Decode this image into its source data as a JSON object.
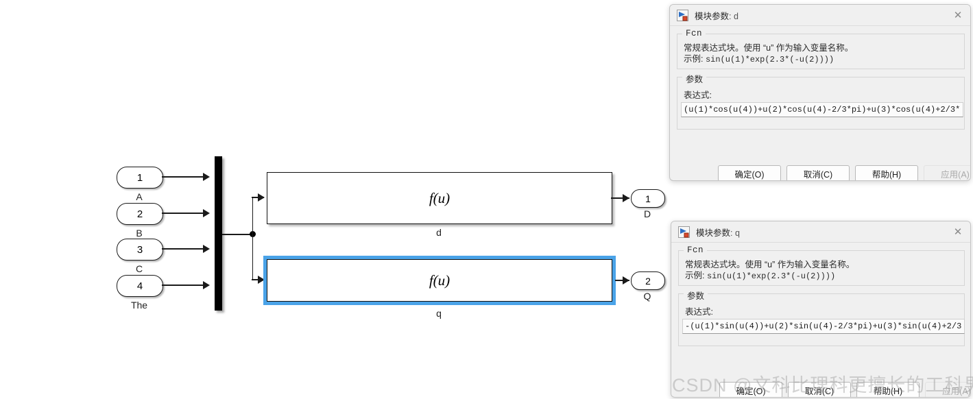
{
  "canvas": {
    "inports": [
      {
        "number": "1",
        "label": "A"
      },
      {
        "number": "2",
        "label": "B"
      },
      {
        "number": "3",
        "label": "C"
      },
      {
        "number": "4",
        "label": "The"
      }
    ],
    "blocks": [
      {
        "glyph": "f(u)",
        "label": "d",
        "selected": false
      },
      {
        "glyph": "f(u)",
        "label": "q",
        "selected": true
      }
    ],
    "outports": [
      {
        "number": "1",
        "label": "D"
      },
      {
        "number": "2",
        "label": "Q"
      }
    ]
  },
  "dialogs": [
    {
      "title_prefix": "模块参数",
      "title_sep": ": ",
      "title_name": "d",
      "close_glyph": "✕",
      "group_fcn_title": "Fcn",
      "desc_line1": "常规表达式块。使用 “u” 作为输入变量名称。",
      "desc_line2_prefix": "示例: ",
      "desc_line2_code": "sin(u(1)*exp(2.3*(-u(2))))",
      "group_param_title": "参数",
      "field_label": "表达式:",
      "field_value": "(u(1)*cos(u(4))+u(2)*cos(u(4)-2/3*pi)+u(3)*cos(u(4)+2/3*",
      "buttons": [
        {
          "label": "确定(O)",
          "disabled": false
        },
        {
          "label": "取消(C)",
          "disabled": false
        },
        {
          "label": "帮助(H)",
          "disabled": false
        },
        {
          "label": "应用(A)",
          "disabled": true
        }
      ]
    },
    {
      "title_prefix": "模块参数",
      "title_sep": ": ",
      "title_name": "q",
      "close_glyph": "✕",
      "group_fcn_title": "Fcn",
      "desc_line1": "常规表达式块。使用 “u” 作为输入变量名称。",
      "desc_line2_prefix": "示例: ",
      "desc_line2_code": "sin(u(1)*exp(2.3*(-u(2))))",
      "group_param_title": "参数",
      "field_label": "表达式:",
      "field_value": "-(u(1)*sin(u(4))+u(2)*sin(u(4)-2/3*pi)+u(3)*sin(u(4)+2/3",
      "buttons": [
        {
          "label": "确定(O)",
          "disabled": false
        },
        {
          "label": "取消(C)",
          "disabled": false
        },
        {
          "label": "帮助(H)",
          "disabled": false
        },
        {
          "label": "应用(A)",
          "disabled": true
        }
      ]
    }
  ],
  "watermark": {
    "text": "CSDN @文科比理科更擅长的工科男"
  },
  "colors": {
    "selection": "#4aa3e8",
    "dialog_bg": "#f0f0f0",
    "wire": "#1a1a1a"
  }
}
